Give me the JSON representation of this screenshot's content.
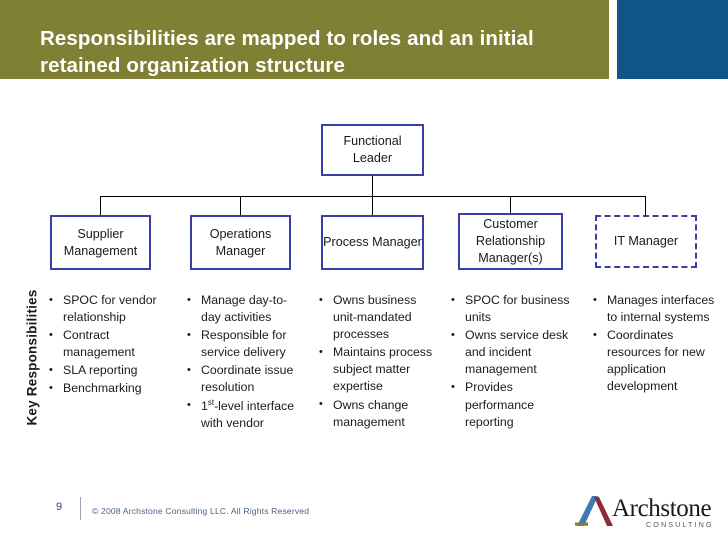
{
  "header": {
    "title": "Responsibilities are mapped to roles and an initial retained organization structure",
    "band_color": "#7f8033",
    "accent_block_color": "#0f5586"
  },
  "side_label": "Key Responsibilities",
  "org_chart": {
    "box_border_color": "#3a3fa8",
    "connector_color": "#000000",
    "root": {
      "label": "Functional Leader",
      "style": "solid"
    },
    "children": [
      {
        "label": "Supplier Management",
        "style": "solid"
      },
      {
        "label": "Operations Manager",
        "style": "solid"
      },
      {
        "label": "Process Manager",
        "style": "solid"
      },
      {
        "label": "Customer Relationship Manager(s)",
        "style": "solid"
      },
      {
        "label": "IT Manager",
        "style": "dashed"
      }
    ]
  },
  "columns": [
    {
      "role": "Supplier Management",
      "bullets": [
        "SPOC for vendor relationship",
        "Contract management",
        "SLA reporting",
        "Benchmarking"
      ]
    },
    {
      "role": "Operations Manager",
      "bullets": [
        "Manage day-to-day activities",
        "Responsible for service delivery",
        "Coordinate issue resolution",
        "1st-level interface with vendor"
      ]
    },
    {
      "role": "Process Manager",
      "bullets": [
        "Owns business unit-mandated processes",
        "Maintains process subject matter expertise",
        "Owns change management"
      ]
    },
    {
      "role": "Customer Relationship Manager(s)",
      "bullets": [
        "SPOC for business units",
        "Owns service desk and incident management",
        "Provides performance reporting"
      ]
    },
    {
      "role": "IT Manager",
      "bullets": [
        "Manages interfaces to internal systems",
        "Coordinates resources for new application development"
      ]
    }
  ],
  "footer": {
    "page_number": "9",
    "copyright": "© 2008 Archstone Consulting LLC. All Rights Reserved"
  },
  "logo": {
    "wordmark": "Archstone",
    "tagline": "CONSULTING",
    "colors": {
      "blue_stroke": "#3f7ab5",
      "red_stroke": "#8e2b36",
      "olive_bar": "#7f8033"
    }
  }
}
